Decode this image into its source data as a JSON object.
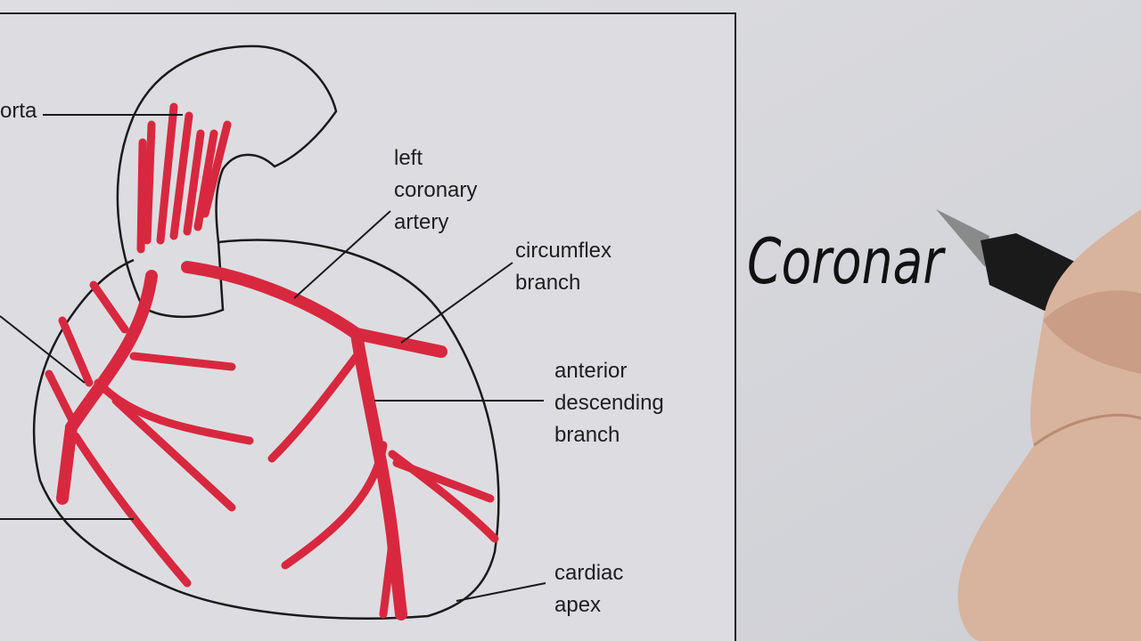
{
  "diagram": {
    "labels": {
      "aorta": "orta",
      "left_coronary": [
        "left",
        "coronary",
        "artery"
      ],
      "circumflex": [
        "circumflex",
        "branch"
      ],
      "anterior": [
        "anterior",
        "descending",
        "branch"
      ],
      "apex": [
        "cardiac",
        "apex"
      ]
    },
    "handwriting": "Coronar",
    "colors": {
      "paper": "#d9d9dd",
      "vessel": "#d8283f",
      "ink": "#1e1e1e"
    }
  }
}
